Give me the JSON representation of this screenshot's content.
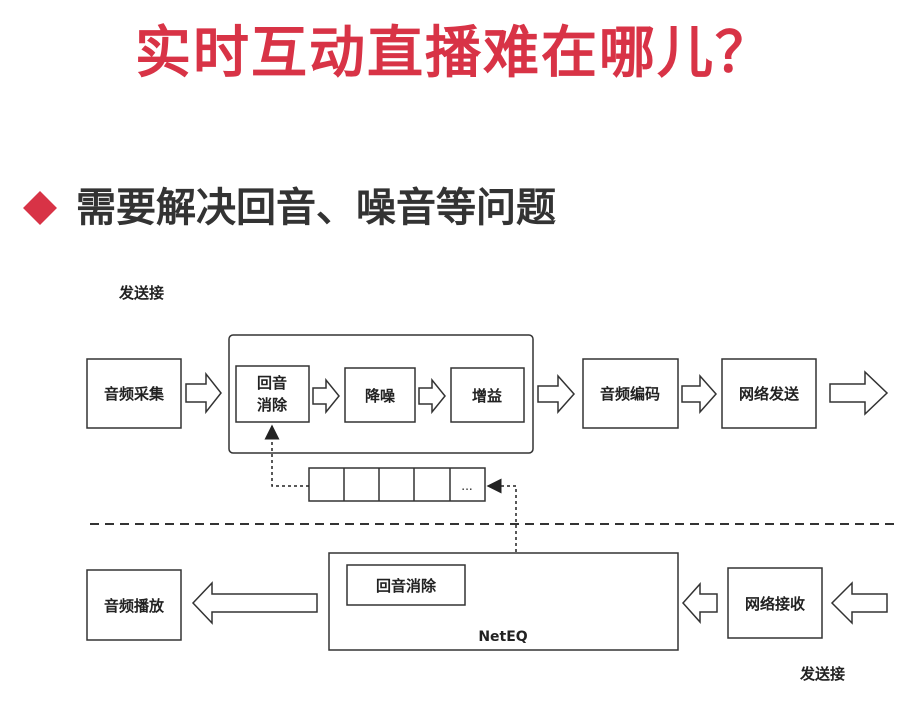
{
  "slide": {
    "title": "实时互动直播难在哪儿？",
    "bullet": "需要解决回音、噪音等问题"
  },
  "colors": {
    "accent": "#d83346",
    "box_stroke": "#333333",
    "text": "#222222"
  },
  "diagram": {
    "sender_label": "发送接",
    "receiver_label": "发送接",
    "send_chain": {
      "capture": "音频采集",
      "aec_line1": "回音",
      "aec_line2": "消除",
      "denoise": "降噪",
      "gain": "增益",
      "encode": "音频编码",
      "net_send": "网络发送"
    },
    "buffer_ellipsis": "...",
    "receive_chain": {
      "playback": "音频播放",
      "aec": "回音消除",
      "neteq": "NetEQ",
      "net_recv": "网络接收"
    }
  }
}
